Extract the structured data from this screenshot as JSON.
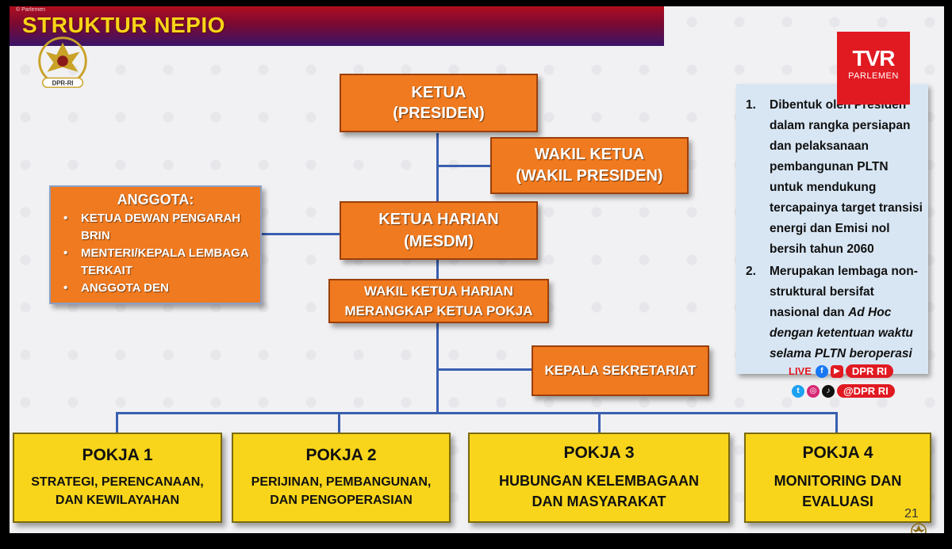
{
  "header": {
    "title": "STRUKTUR NEPIO",
    "copyright": "© Parlemen"
  },
  "logo": {
    "label": "DPR-RI"
  },
  "chart": {
    "ketua": {
      "line1": "KETUA",
      "line2": "(PRESIDEN)"
    },
    "wakil_ketua": {
      "line1": "WAKIL KETUA",
      "line2": "(WAKIL PRESIDEN)"
    },
    "ketua_harian": {
      "line1": "KETUA HARIAN",
      "line2": "(MESDM)"
    },
    "wakil_ketua_harian": {
      "line1": "WAKIL KETUA HARIAN",
      "line2": "MERANGKAP KETUA POKJA"
    },
    "kepala_sekretariat": {
      "label": "KEPALA SEKRETARIAT"
    },
    "anggota": {
      "title": "ANGGOTA:",
      "items": [
        "KETUA DEWAN PENGARAH BRIN",
        "MENTERI/KEPALA LEMBAGA TERKAIT",
        "ANGGOTA DEN"
      ]
    },
    "pokja": [
      {
        "title": "POKJA 1",
        "line1": "STRATEGI, PERENCANAAN,",
        "line2": "DAN KEWILAYAHAN"
      },
      {
        "title": "POKJA 2",
        "line1": "PERIJINAN, PEMBANGUNAN,",
        "line2": "DAN PENGOPERASIAN"
      },
      {
        "title": "POKJA 3",
        "line1": "HUBUNGAN KELEMBAGAAN",
        "line2": "DAN MASYARAKAT"
      },
      {
        "title": "POKJA 4",
        "line1": "MONITORING DAN",
        "line2": "EVALUASI"
      }
    ]
  },
  "notes": {
    "item1": {
      "num": "1.",
      "text": "Dibentuk oleh Presiden dalam rangka persiapan dan pelaksanaan pembangunan PLTN untuk mendukung tercapainya target transisi energi dan Emisi nol bersih tahun 2060"
    },
    "item2": {
      "num": "2.",
      "text_plain": "Merupakan lembaga non-struktural bersifat nasional dan ",
      "text_italic": "Ad Hoc dengan ketentuan waktu selama PLTN beroperasi"
    }
  },
  "broadcast": {
    "brand_main": "TVR",
    "brand_sub": "PARLEMEN",
    "live_label": "LIVE",
    "handle1": "DPR RI",
    "handle2": "@DPR RI"
  },
  "slide": {
    "page_number": "21"
  },
  "colors": {
    "orange": "#f07a1f",
    "yellow": "#f8d51a",
    "line": "#3a5fb0",
    "notes_bg": "#d8e6f4",
    "brand_red": "#e11a22"
  },
  "icons": [
    "dpr-emblem",
    "facebook-icon",
    "youtube-icon",
    "twitter-icon",
    "instagram-icon",
    "tiktok-icon"
  ]
}
